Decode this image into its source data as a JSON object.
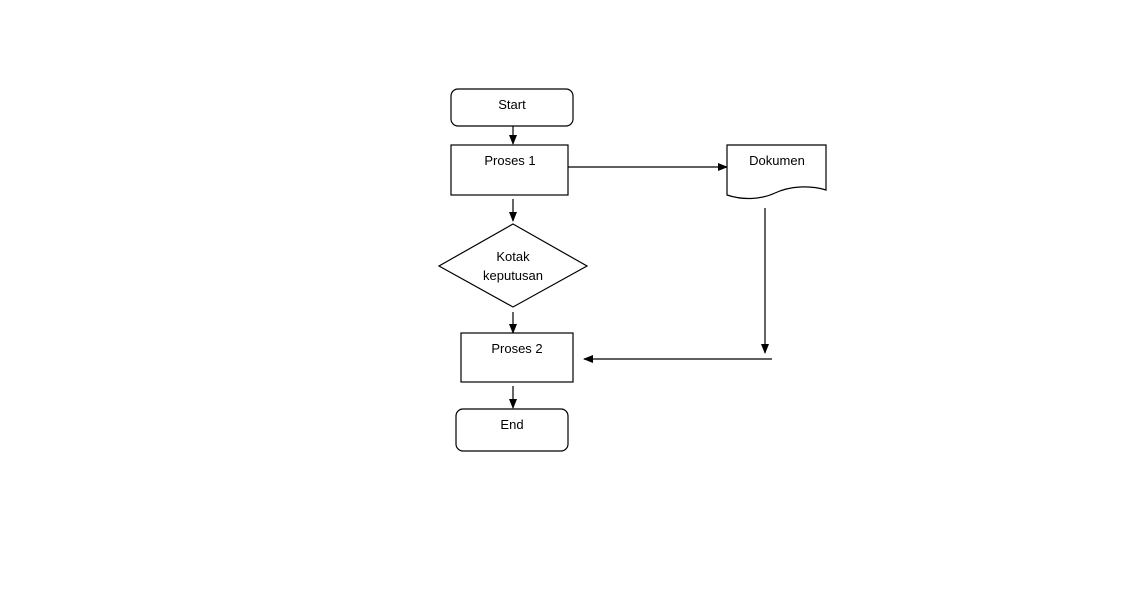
{
  "diagram": {
    "type": "flowchart",
    "nodes": {
      "start": {
        "shape": "terminator",
        "label": "Start"
      },
      "proses1": {
        "shape": "process",
        "label": "Proses 1"
      },
      "dokumen": {
        "shape": "document",
        "label": "Dokumen"
      },
      "decision": {
        "shape": "decision",
        "label_line1": "Kotak",
        "label_line2": "keputusan"
      },
      "proses2": {
        "shape": "process",
        "label": "Proses 2"
      },
      "end": {
        "shape": "terminator",
        "label": "End"
      }
    },
    "edges": [
      {
        "from": "start",
        "to": "proses1"
      },
      {
        "from": "proses1",
        "to": "dokumen"
      },
      {
        "from": "proses1",
        "to": "decision"
      },
      {
        "from": "decision",
        "to": "proses2"
      },
      {
        "from": "dokumen",
        "to": "proses2"
      },
      {
        "from": "proses2",
        "to": "end"
      }
    ],
    "stroke_color": "#000000",
    "fill_color": "#ffffff"
  }
}
